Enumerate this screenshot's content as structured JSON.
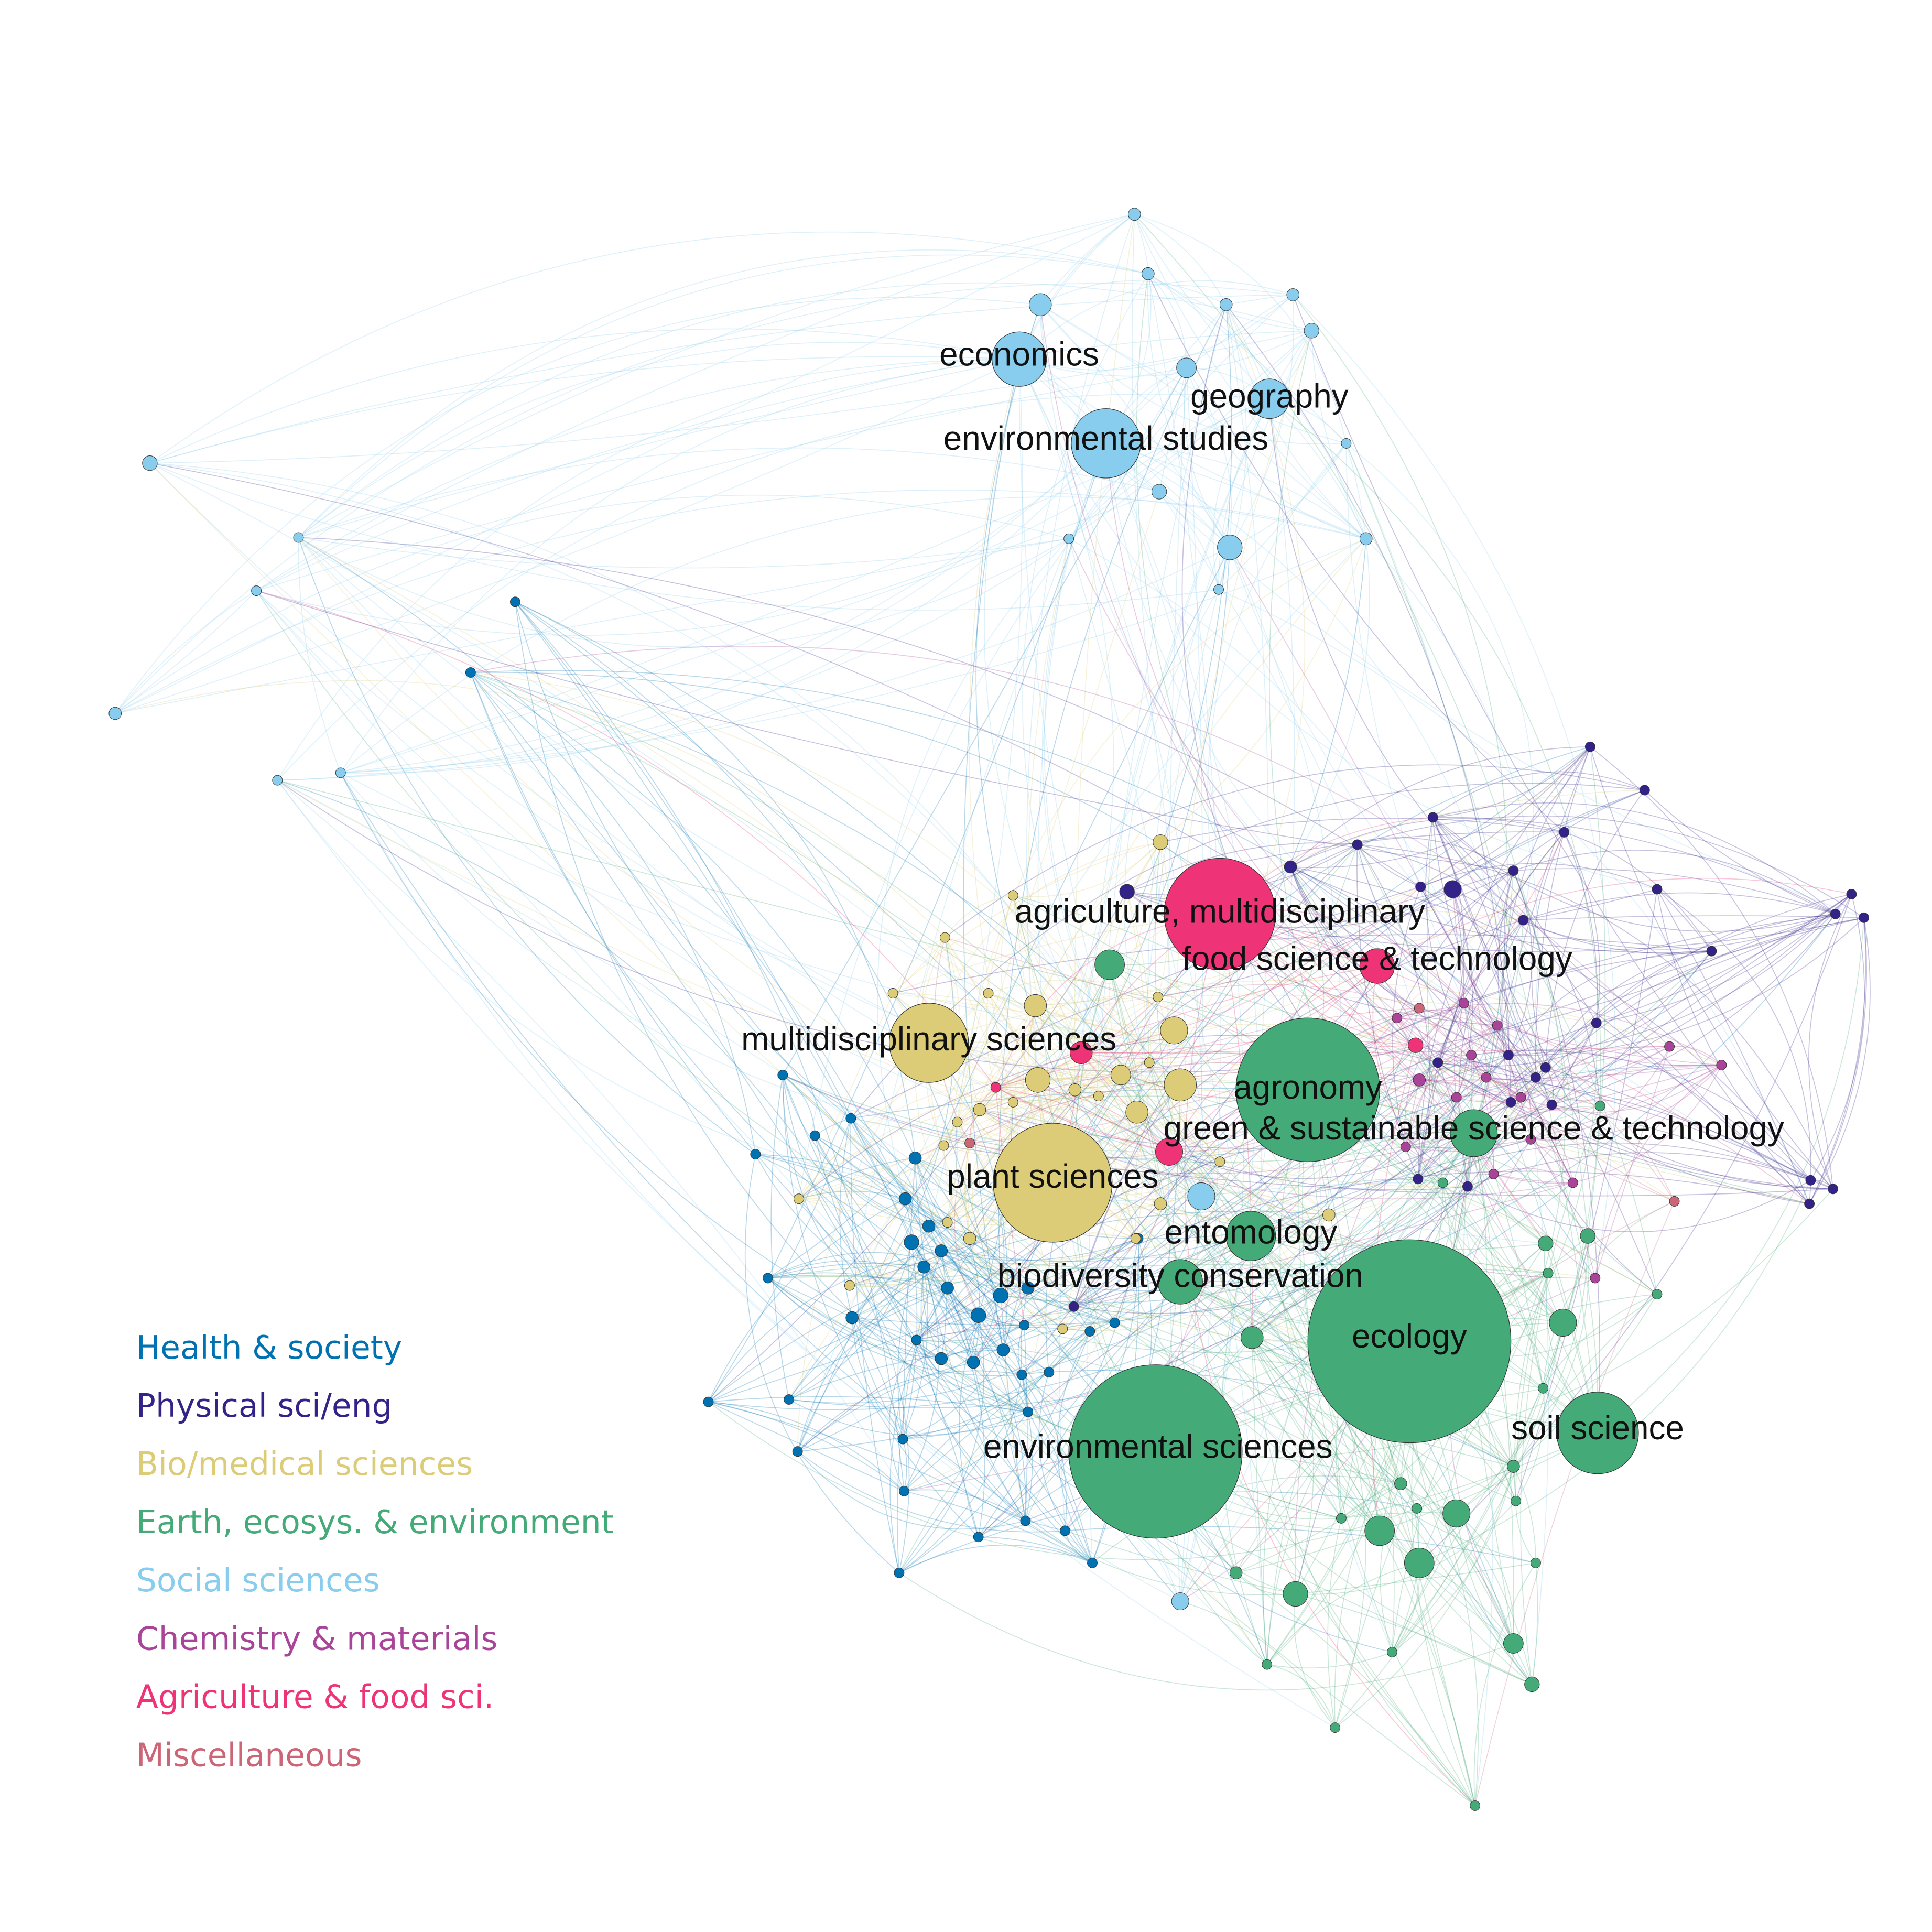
{
  "groups": [
    {
      "name": "Health & society",
      "color": "#0072B2"
    },
    {
      "name": "Physical sci/eng",
      "color": "#332288"
    },
    {
      "name": "Bio/medical sciences",
      "color": "#DDCC77"
    },
    {
      "name": "Earth, ecosys. & environment",
      "color": "#44AA77"
    },
    {
      "name": "Social sciences",
      "color": "#88CCEE"
    },
    {
      "name": "Chemistry & materials",
      "color": "#AA4499"
    },
    {
      "name": "Agriculture & food sci.",
      "color": "#EE3377"
    },
    {
      "name": "Miscellaneous",
      "color": "#CC6677"
    }
  ],
  "nodes": [
    {
      "label": "economics",
      "group": 4
    },
    {
      "label": "geography",
      "group": 4
    },
    {
      "label": "environmental studies",
      "group": 4
    },
    {
      "label": "agriculture, multidisciplinary",
      "group": 6
    },
    {
      "label": "food science & technology",
      "group": 6
    },
    {
      "label": "multidisciplinary sciences",
      "group": 2
    },
    {
      "label": "agronomy",
      "group": 3
    },
    {
      "label": "green & sustainable science & technology",
      "group": 3
    },
    {
      "label": "plant sciences",
      "group": 2
    },
    {
      "label": "entomology",
      "group": 3
    },
    {
      "label": "biodiversity conservation",
      "group": 3
    },
    {
      "label": "ecology",
      "group": 3
    },
    {
      "label": "environmental sciences",
      "group": 3
    },
    {
      "label": "soil science",
      "group": 3
    }
  ]
}
